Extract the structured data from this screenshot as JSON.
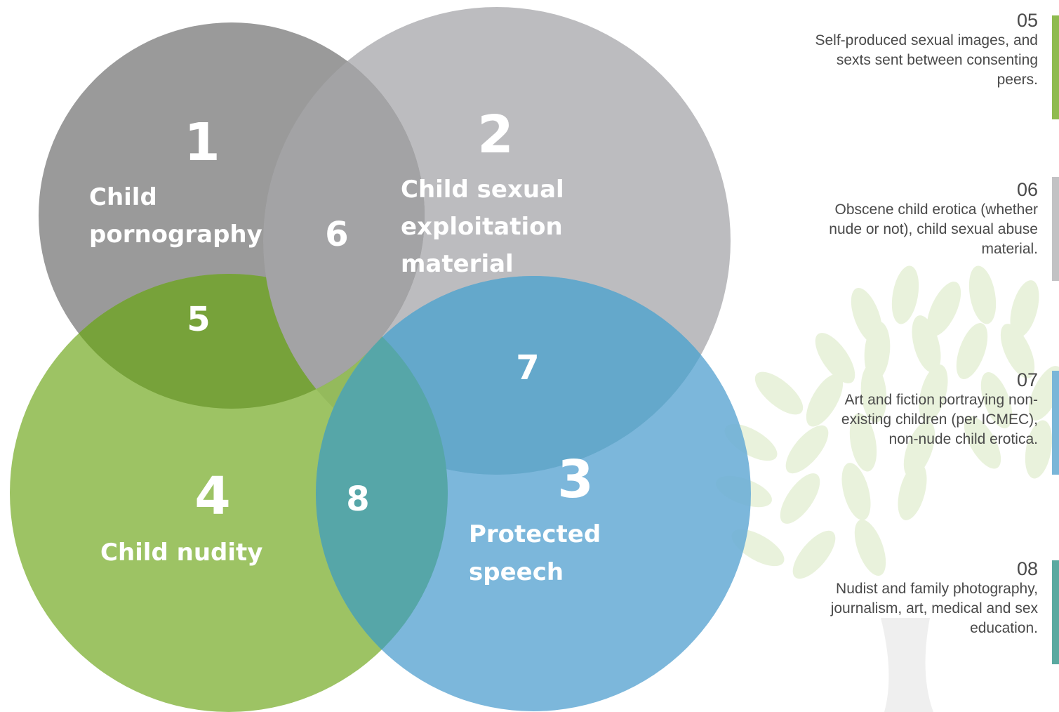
{
  "diagram": {
    "circles": [
      {
        "id": "c1",
        "number": "1",
        "label_lines": [
          "Child",
          "pornography"
        ],
        "color": "#8c8c8c"
      },
      {
        "id": "c2",
        "number": "2",
        "label_lines": [
          "Child sexual",
          "exploitation",
          "material"
        ],
        "color": "#b3b3b6"
      },
      {
        "id": "c3",
        "number": "3",
        "label_lines": [
          "Protected",
          "speech"
        ],
        "color": "#6aadd6"
      },
      {
        "id": "c4",
        "number": "4",
        "label_lines": [
          "Child nudity"
        ],
        "color": "#8fbb4f"
      }
    ],
    "intersections": [
      {
        "id": "r5",
        "number": "5",
        "between": [
          "1",
          "4"
        ]
      },
      {
        "id": "r6",
        "number": "6",
        "between": [
          "1",
          "2"
        ]
      },
      {
        "id": "r7",
        "number": "7",
        "between": [
          "2",
          "3"
        ]
      },
      {
        "id": "r8",
        "number": "8",
        "between": [
          "3",
          "4"
        ]
      }
    ]
  },
  "legend": [
    {
      "number": "05",
      "lines": [
        "Self-produced sexual images, and",
        "sexts sent between consenting",
        "peers."
      ],
      "bar_color": "#8fbb4f"
    },
    {
      "number": "06",
      "lines": [
        "Obscene child erotica (whether",
        "nude or not), child sexual abuse",
        "material."
      ],
      "bar_color": "#c2c2c4"
    },
    {
      "number": "07",
      "lines": [
        "Art and fiction portraying non-",
        "existing children (per ICMEC),",
        "non-nude child erotica."
      ],
      "bar_color": "#7ab6d8"
    },
    {
      "number": "08",
      "lines": [
        "Nudist and family photography,",
        "journalism, art, medical and sex",
        "education."
      ],
      "bar_color": "#5aa9a0"
    }
  ],
  "decoration": {
    "background_tree": "tree-watermark",
    "tree_color": "#cfe3b0"
  }
}
